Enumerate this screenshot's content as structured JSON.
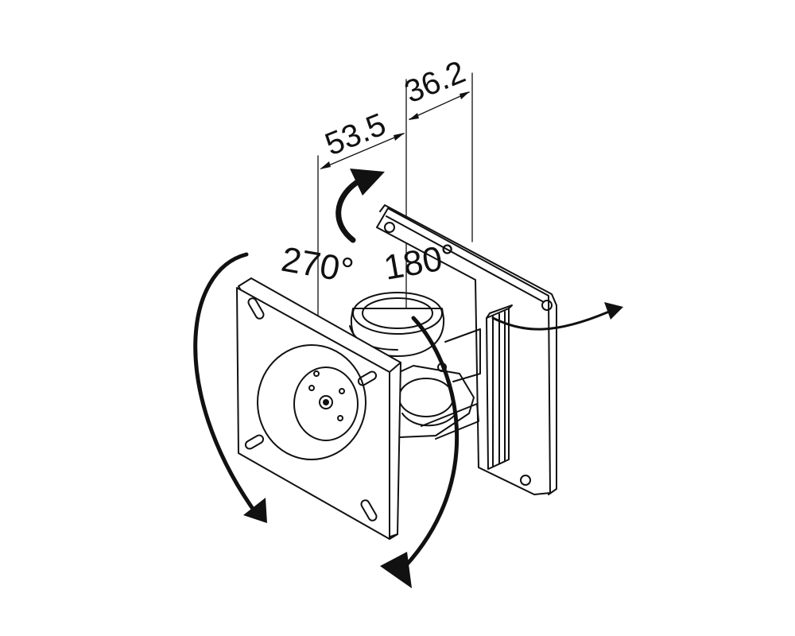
{
  "dimensions": {
    "width_left": "53.5",
    "width_right": "36.2"
  },
  "rotations": {
    "tilt": "270°",
    "swivel": "180°"
  },
  "colors": {
    "line": "#111111",
    "background": "#ffffff",
    "arrow_fill": "#111111"
  }
}
